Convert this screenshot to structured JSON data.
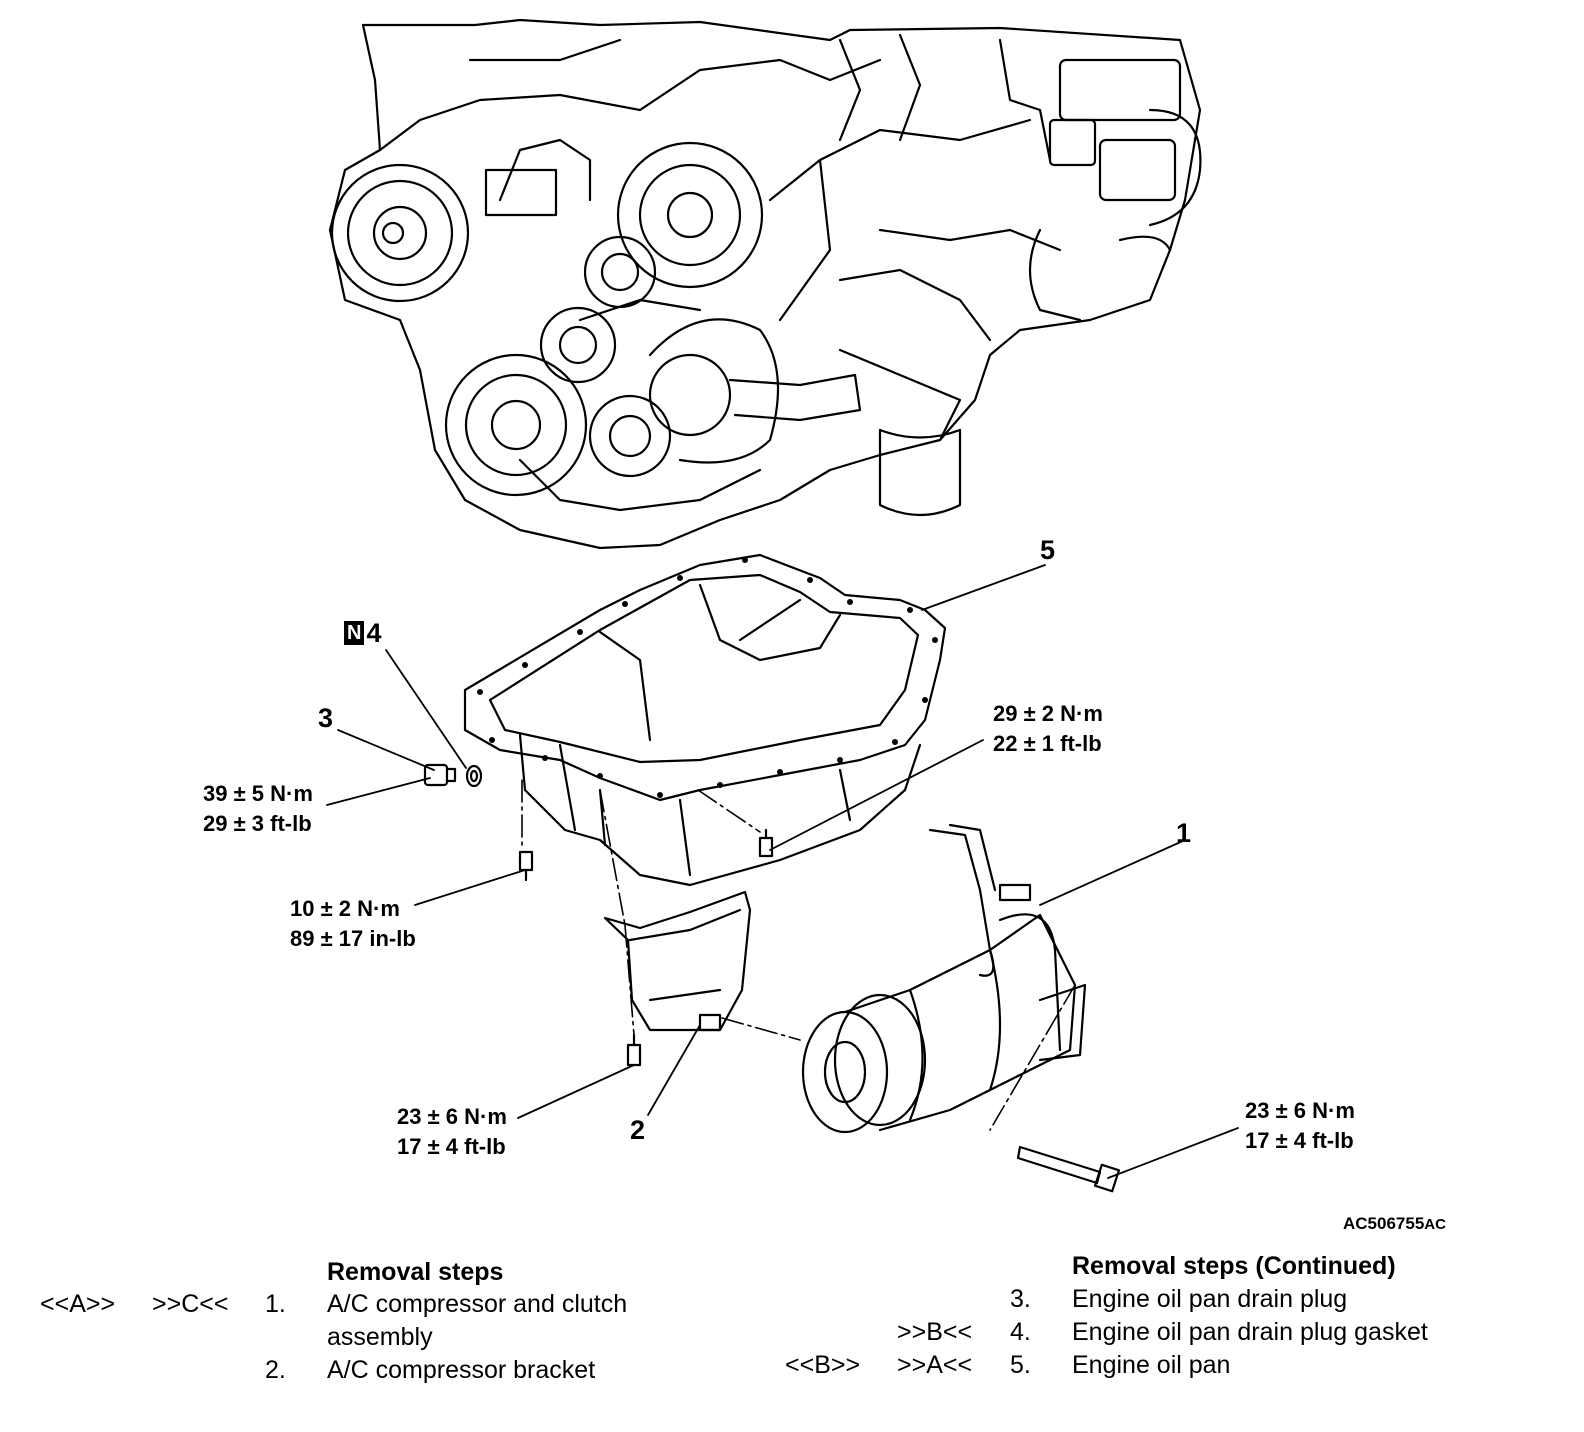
{
  "figure_code": "AC506755",
  "figure_code_suffix": "AC",
  "callouts": {
    "c1": "1",
    "c2": "2",
    "c3": "3",
    "c4": "4",
    "c5": "5",
    "badge_n": "N"
  },
  "torques": {
    "drain_plug": [
      "39 ± 5 N·m",
      "29 ± 3 ft-lb"
    ],
    "pan_bolt_small": [
      "10 ± 2 N·m",
      "89 ± 17 in-lb"
    ],
    "pan_bolt_right": [
      "29 ± 2 N·m",
      "22 ± 1 ft-lb"
    ],
    "bracket_bolt": [
      "23 ± 6 N·m",
      "17 ± 4 ft-lb"
    ],
    "compressor_bolt": [
      "23 ± 6 N·m",
      "17 ± 4 ft-lb"
    ]
  },
  "removal_left": {
    "heading": "Removal steps",
    "items": [
      {
        "mark_a": "<<A>>",
        "mark_b": ">>C<<",
        "num": "1.",
        "text_l1": "A/C compressor and clutch",
        "text_l2": "assembly"
      },
      {
        "mark_a": "",
        "mark_b": "",
        "num": "2.",
        "text_l1": "A/C compressor bracket",
        "text_l2": ""
      }
    ]
  },
  "removal_right": {
    "heading": "Removal steps (Continued)",
    "items": [
      {
        "mark_a": "",
        "mark_b": "",
        "num": "3.",
        "text": "Engine oil pan drain plug"
      },
      {
        "mark_a": "",
        "mark_b": ">>B<<",
        "num": "4.",
        "text": "Engine oil pan drain plug gasket"
      },
      {
        "mark_a": "<<B>>",
        "mark_b": ">>A<<",
        "num": "5.",
        "text": "Engine oil pan"
      }
    ]
  }
}
